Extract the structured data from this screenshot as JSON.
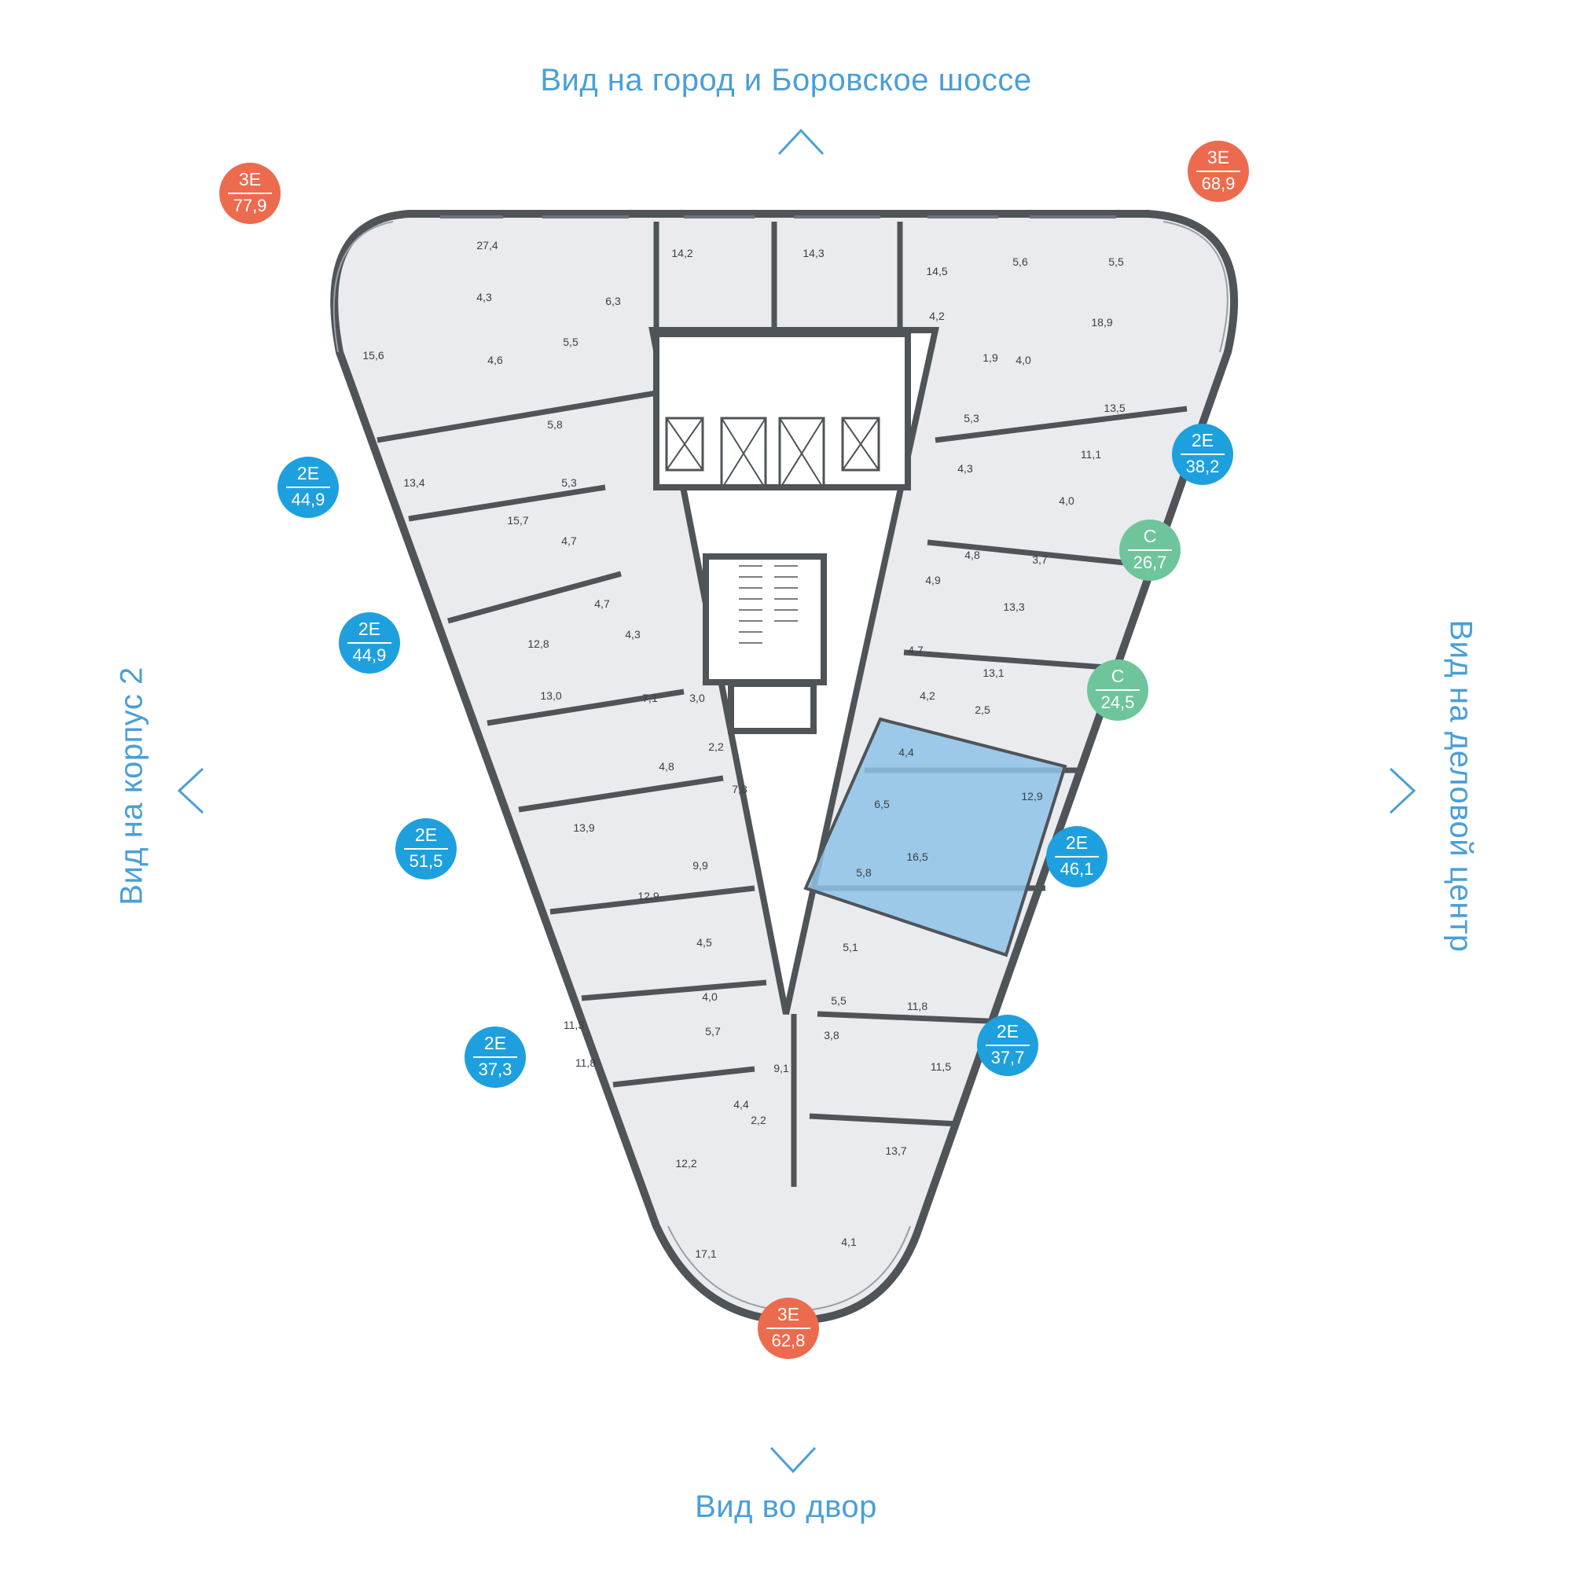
{
  "views": {
    "top": "Вид на город и Боровское шоссе",
    "bottom": "Вид во двор",
    "left": "Вид на корпус 2",
    "right": "Вид на деловой центр"
  },
  "colors": {
    "accent": "#4a9fd8",
    "badge_3e": "#ec6b4e",
    "badge_2e": "#1ea0de",
    "badge_c": "#6fc59b",
    "selected_unit": "#8ec3e8",
    "floor_fill": "#e9ebee",
    "wall": "#4f5458"
  },
  "selected_apartment": {
    "type": "2Е",
    "area": "46,1"
  },
  "apartments": [
    {
      "type": "3Е",
      "area": "77,9",
      "color": "red"
    },
    {
      "type": "3Е",
      "area": "68,9",
      "color": "red"
    },
    {
      "type": "2Е",
      "area": "38,2",
      "color": "blue"
    },
    {
      "type": "2Е",
      "area": "44,9",
      "color": "blue"
    },
    {
      "type": "С",
      "area": "26,7",
      "color": "green"
    },
    {
      "type": "2Е",
      "area": "44,9",
      "color": "blue"
    },
    {
      "type": "С",
      "area": "24,5",
      "color": "green"
    },
    {
      "type": "2Е",
      "area": "51,5",
      "color": "blue"
    },
    {
      "type": "2Е",
      "area": "46,1",
      "color": "blue"
    },
    {
      "type": "2Е",
      "area": "37,3",
      "color": "blue"
    },
    {
      "type": "2Е",
      "area": "37,7",
      "color": "blue"
    },
    {
      "type": "3Е",
      "area": "62,8",
      "color": "red"
    }
  ],
  "room_areas": [
    "27,4",
    "14,2",
    "14,3",
    "14,5",
    "5,6",
    "5,5",
    "4,3",
    "6,3",
    "4,2",
    "18,9",
    "15,6",
    "5,5",
    "4,6",
    "1,9",
    "4,0",
    "5,8",
    "5,3",
    "13,5",
    "13,4",
    "5,3",
    "11,1",
    "4,3",
    "15,7",
    "4,0",
    "4,7",
    "4,8",
    "3,7",
    "4,7",
    "4,9",
    "13,3",
    "12,8",
    "4,3",
    "4,7",
    "13,1",
    "13,0",
    "7,1",
    "3,0",
    "4,2",
    "2,5",
    "2,2",
    "4,4",
    "4,8",
    "7,8",
    "6,5",
    "12,9",
    "13,9",
    "9,9",
    "16,5",
    "12,9",
    "5,8",
    "4,5",
    "5,1",
    "11,3",
    "4,0",
    "5,5",
    "11,8",
    "5,7",
    "3,8",
    "11,8",
    "9,1",
    "11,5",
    "4,4",
    "2,2",
    "13,7",
    "12,2",
    "17,1",
    "4,1"
  ]
}
